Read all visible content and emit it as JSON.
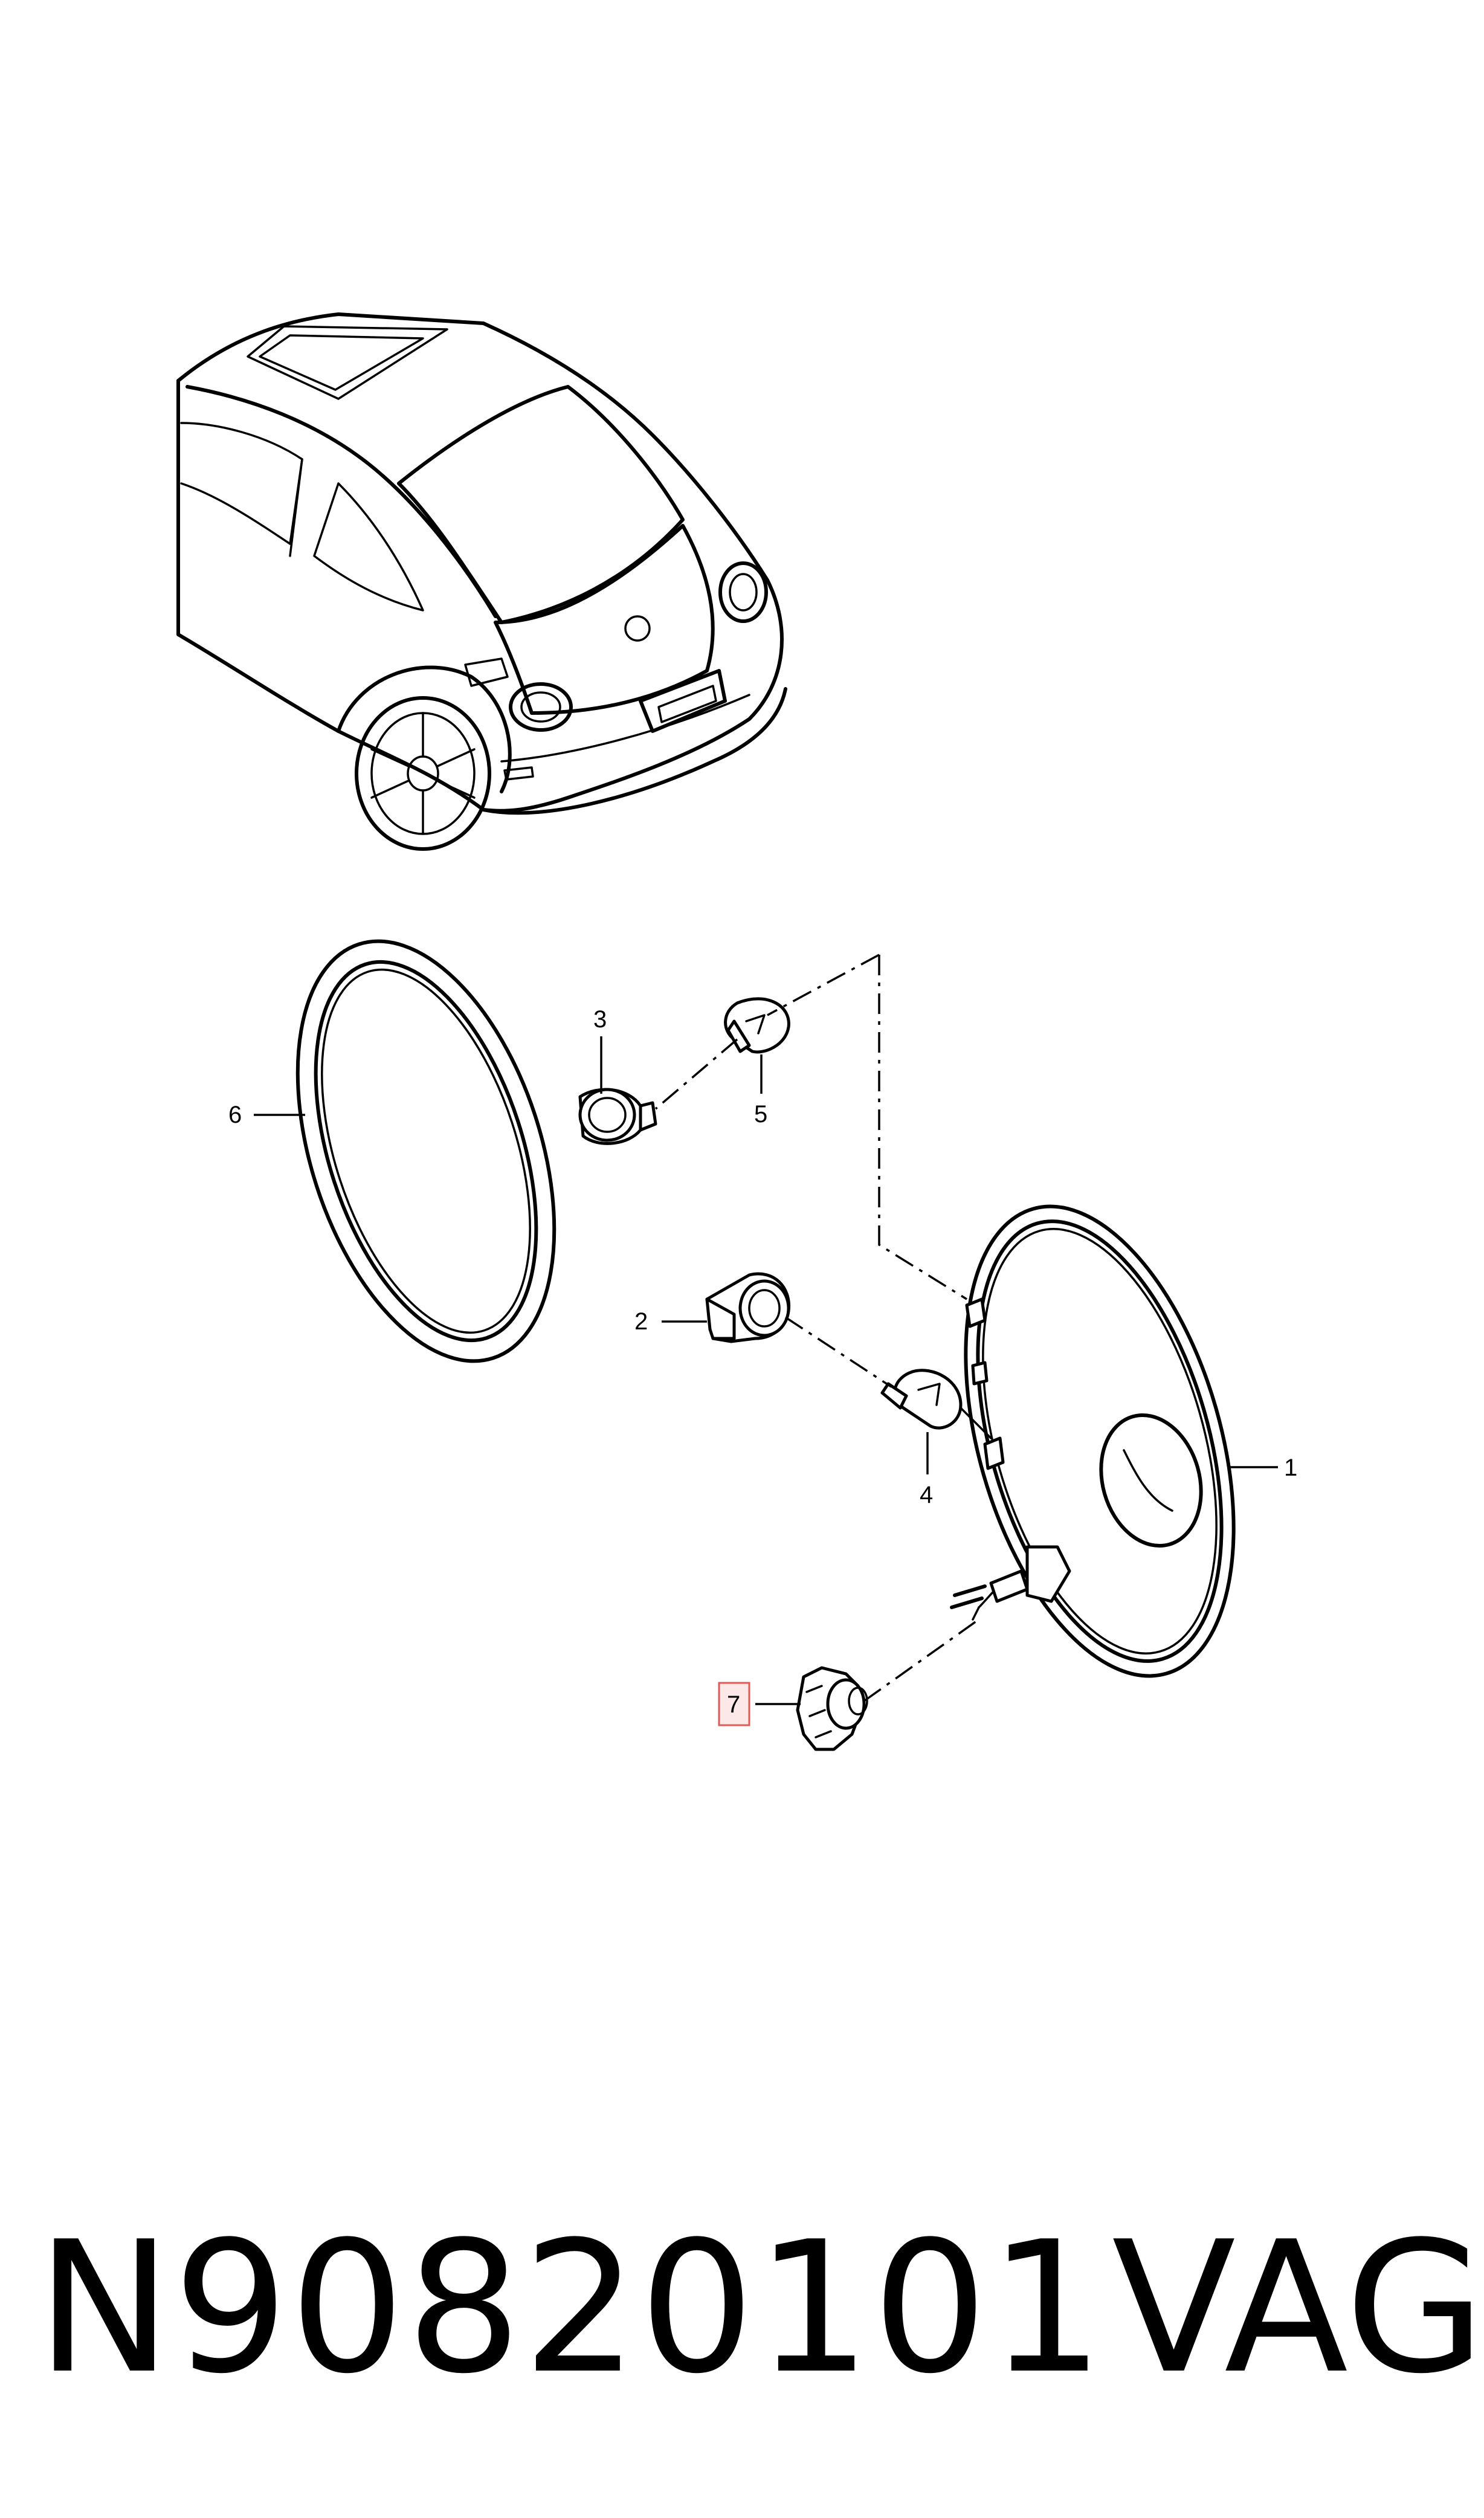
{
  "callouts": [
    {
      "id": "callout-1",
      "label": "1",
      "highlighted": false
    },
    {
      "id": "callout-2",
      "label": "2",
      "highlighted": false
    },
    {
      "id": "callout-3",
      "label": "3",
      "highlighted": false
    },
    {
      "id": "callout-4",
      "label": "4",
      "highlighted": false
    },
    {
      "id": "callout-5",
      "label": "5",
      "highlighted": false
    },
    {
      "id": "callout-6",
      "label": "6",
      "highlighted": false
    },
    {
      "id": "callout-7",
      "label": "7",
      "highlighted": true
    }
  ],
  "caption": {
    "part_number": "N90820101",
    "brand": "VAG"
  },
  "colors": {
    "line": "#000000",
    "highlight_box": "#e05a5a",
    "highlight_fill": "#fde8e8"
  }
}
